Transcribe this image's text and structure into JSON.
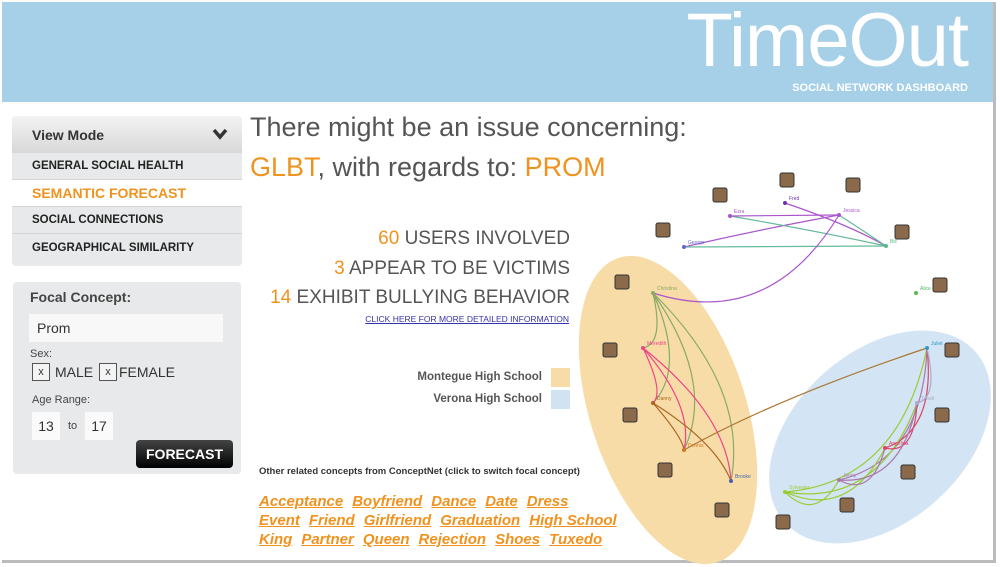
{
  "header": {
    "title": "TimeOut",
    "subtitle": "SOCIAL NETWORK DASHBOARD"
  },
  "view_mode": {
    "label": "View Mode",
    "items": [
      {
        "label": "GENERAL SOCIAL HEALTH"
      },
      {
        "label": "SEMANTIC FORECAST",
        "active": true
      },
      {
        "label": "SOCIAL CONNECTIONS"
      },
      {
        "label": "GEOGRAPHICAL SIMILARITY"
      }
    ]
  },
  "focal": {
    "title": "Focal Concept:",
    "value": "Prom",
    "sex_label": "Sex:",
    "male": {
      "mark": "x",
      "label": "MALE"
    },
    "female": {
      "mark": "x",
      "label": "FEMALE"
    },
    "age_label": "Age Range:",
    "age_from": "13",
    "age_to_label": "to",
    "age_to": "17",
    "button": "FORECAST"
  },
  "headline": {
    "line1": "There might be an issue concerning:",
    "topic": "GLBT",
    "mid": ", with regards to: ",
    "concept": "PROM"
  },
  "stats": [
    {
      "num": "60",
      "text": " USERS INVOLVED"
    },
    {
      "num": "3",
      "text": " APPEAR TO BE VICTIMS"
    },
    {
      "num": "14",
      "text": " EXHIBIT BULLYING BEHAVIOR"
    }
  ],
  "detail_link": "CLICK HERE FOR MORE DETAILED INFORMATION",
  "legend": [
    {
      "label": "Montegue High School",
      "color": "#f8dca8"
    },
    {
      "label": "Verona High School",
      "color": "#cfe3f3"
    }
  ],
  "related": {
    "caption": "Other related concepts from ConceptNet (click to switch focal concept)",
    "rows": [
      [
        "Acceptance",
        "Boyfriend",
        "Dance",
        "Date",
        "Dress"
      ],
      [
        "Event",
        "Friend",
        "Girlfriend",
        "Graduation",
        "High School"
      ],
      [
        "King",
        "Partner",
        "Queen",
        "Rejection",
        "Shoes",
        "Tuxedo"
      ]
    ]
  },
  "network": {
    "nodes": [
      "George",
      "Ezra",
      "Fred",
      "Jessica",
      "Bill",
      "Christina",
      "Alice",
      "Meredith",
      "Danny",
      "Dennis",
      "Brooke",
      "Juliet",
      "Tybalt",
      "Angelina",
      "Jenny",
      "Sylvester"
    ]
  },
  "colors": {
    "accent": "#f0921e",
    "header": "#a6cfe8"
  }
}
